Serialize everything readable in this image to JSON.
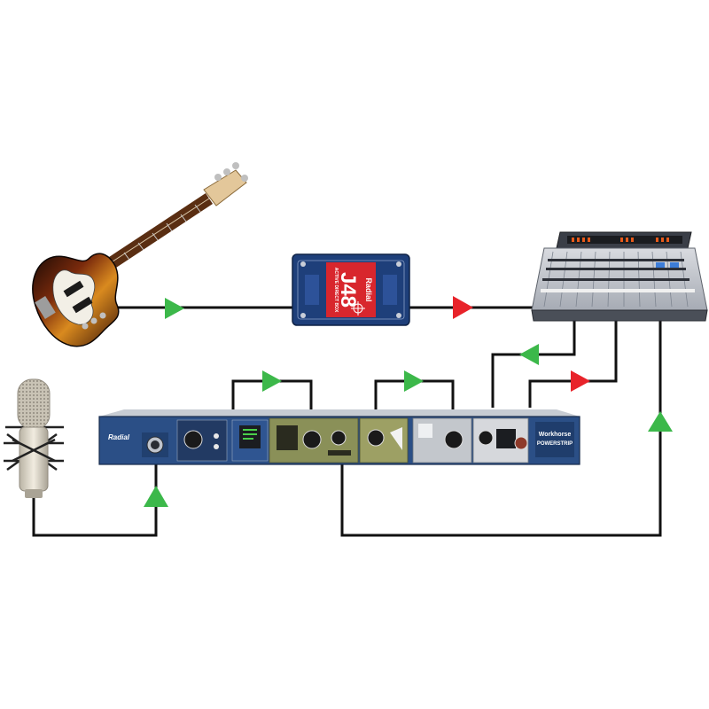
{
  "di": {
    "brand": "Radial",
    "model": "J48",
    "subtitle": "ACTIVE DIRECT BOX"
  },
  "rack": {
    "brand": "Radial",
    "brand_right_1": "Workhorse",
    "brand_right_2": "POWERSTRIP"
  },
  "colors": {
    "signal_arrow_in": "#3cb84a",
    "signal_arrow_out": "#e8232a",
    "cable": "#111111",
    "rack_blue": "#2b4f86",
    "di_blue": "#1e3f7a",
    "di_red": "#d8262d"
  },
  "icons": {
    "bass": "bass-guitar-icon",
    "mic": "condenser-mic-icon",
    "mixer": "mixing-console-icon"
  }
}
